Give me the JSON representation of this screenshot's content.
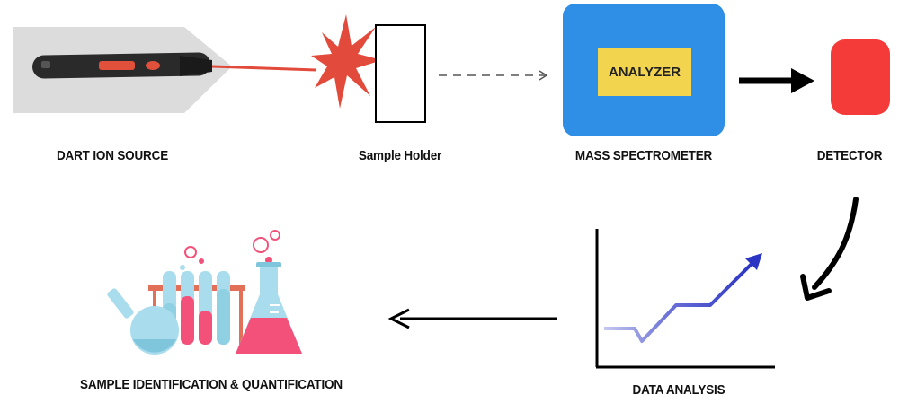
{
  "labels": {
    "dart_ion_source": "DART ION  SOURCE",
    "sample_holder": "Sample Holder",
    "mass_spectrometer": "MASS SPECTROMETER",
    "detector": "DETECTOR",
    "data_analysis": "DATA ANALYSIS",
    "sample_identification": "SAMPLE IDENTIFICATION & QUANTIFICATION"
  },
  "analyzer": {
    "label": "ANALYZER"
  },
  "colors": {
    "laser": "#e24a3b",
    "spark": "#e24a3b",
    "spectrometer": "#2f8fe6",
    "analyzer": "#f3d44f",
    "detector": "#f53a3a",
    "plot_line": "#3f46c8",
    "flask_liquid": "#f4517a",
    "glass": "#a9dcec"
  }
}
